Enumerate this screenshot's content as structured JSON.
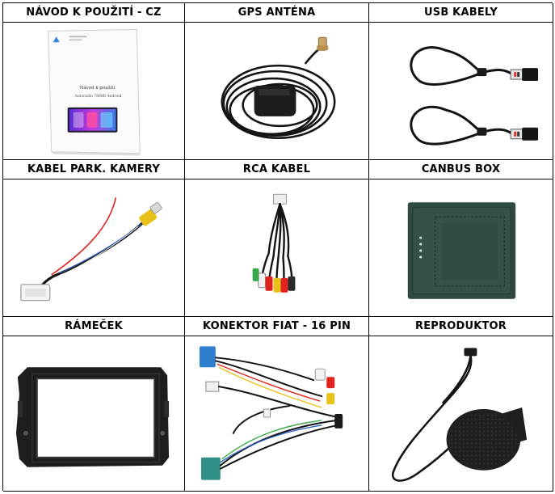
{
  "items": [
    {
      "label": "NÁVOD K POUŽITÍ - CZ",
      "icon": "manual-booklet"
    },
    {
      "label": "GPS ANTÉNA",
      "icon": "gps-antenna"
    },
    {
      "label": "USB KABELY",
      "icon": "usb-cables"
    },
    {
      "label": "KABEL PARK. KAMERY",
      "icon": "parking-camera-cable"
    },
    {
      "label": "RCA KABEL",
      "icon": "rca-cable"
    },
    {
      "label": "CANBUS BOX",
      "icon": "canbus-box"
    },
    {
      "label": "RÁMEČEK",
      "icon": "dash-frame"
    },
    {
      "label": "KONEKTOR FIAT - 16 PIN",
      "icon": "fiat-16pin-harness"
    },
    {
      "label": "REPRODUKTOR",
      "icon": "speaker"
    }
  ],
  "manual": {
    "title": "Návod k použití",
    "subtitle": "Autorádio 7868B Android"
  },
  "colors": {
    "border": "#000000",
    "cable": "#111111",
    "red_wire": "#e0231e",
    "yellow_plug": "#e8c21a",
    "canbus_green": "#2e4a43"
  }
}
